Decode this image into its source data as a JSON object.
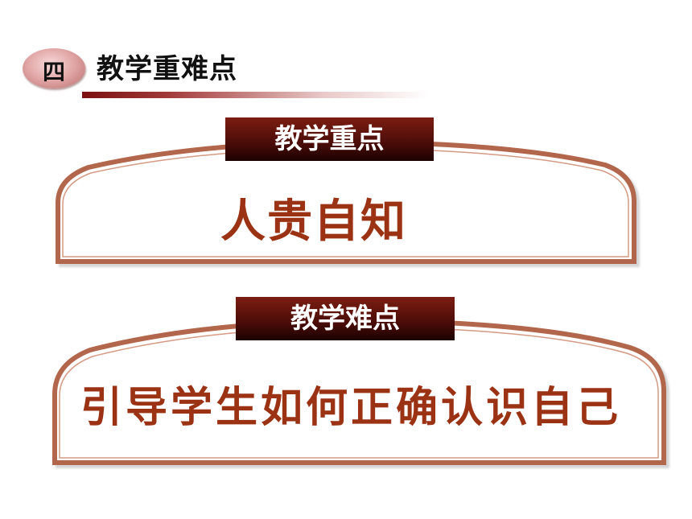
{
  "section": {
    "number": "四",
    "title": "教学重难点"
  },
  "key_point": {
    "label": "教学重点",
    "content": "人贵自知"
  },
  "difficulty": {
    "label": "教学难点",
    "content": "引导学生如何正确认识自己"
  },
  "colors": {
    "accent_dark_red": "#7a1010",
    "frame_brown": "#b2664b",
    "content_text": "#9b3214"
  }
}
